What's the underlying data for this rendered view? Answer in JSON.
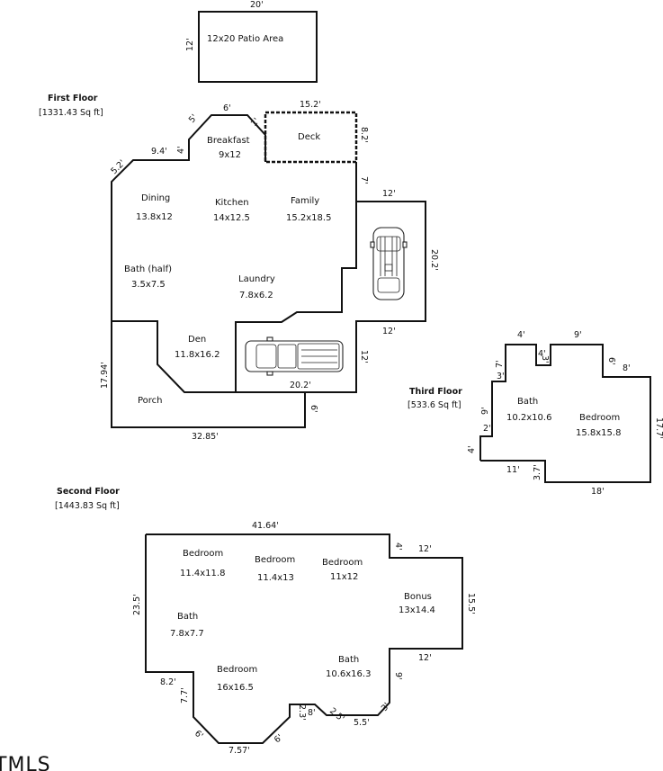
{
  "patio": {
    "label": "12x20 Patio Area",
    "dim_top": "20'",
    "dim_left": "12'"
  },
  "floors": {
    "first": {
      "title": "First Floor",
      "area": "[1331.43 Sq ft]"
    },
    "second": {
      "title": "Second Floor",
      "area": "[1443.83 Sq ft]"
    },
    "third": {
      "title": "Third Floor",
      "area": "[533.6 Sq ft]"
    }
  },
  "first_floor": {
    "rooms": {
      "breakfast": {
        "name": "Breakfast",
        "size": "9x12"
      },
      "deck": {
        "name": "Deck"
      },
      "dining": {
        "name": "Dining",
        "size": "13.8x12"
      },
      "kitchen": {
        "name": "Kitchen",
        "size": "14x12.5"
      },
      "family": {
        "name": "Family",
        "size": "15.2x18.5"
      },
      "bath_half": {
        "name": "Bath (half)",
        "size": "3.5x7.5"
      },
      "laundry": {
        "name": "Laundry",
        "size": "7.8x6.2"
      },
      "den": {
        "name": "Den",
        "size": "11.8x16.2"
      },
      "porch": {
        "name": "Porch"
      }
    },
    "dims": {
      "d6": "6'",
      "d5": "5'",
      "d4": "4'",
      "d9_4": "9.4'",
      "d5_2": "5.2'",
      "d15_2": "15.2'",
      "d8_2": "8.2'",
      "d7": "7'",
      "d12_top": "12'",
      "d20_2_side": "20.2'",
      "d12_bottom": "12'",
      "d12_vert": "12'",
      "d20_2_garage": "20.2'",
      "d17_94": "17.94'",
      "d6_porch": "6'",
      "d32_85": "32.85'",
      "d1": "1'"
    }
  },
  "third_floor": {
    "rooms": {
      "bath": {
        "name": "Bath",
        "size": "10.2x10.6"
      },
      "bedroom": {
        "name": "Bedroom",
        "size": "15.8x15.8"
      }
    },
    "dims": {
      "d4_top": "4'",
      "d9": "9'",
      "d7": "7'",
      "d3": "3'",
      "d4_notch": "4'",
      "d3_notch": "3'",
      "d6": "6'",
      "d8": "8'",
      "d9_left": "9'",
      "d2": "2'",
      "d4_left": "4'",
      "d17_7": "17.7'",
      "d11": "11'",
      "d3_7": "3.7'",
      "d18": "18'"
    }
  },
  "second_floor": {
    "rooms": {
      "bedroom1": {
        "name": "Bedroom",
        "size": "11.4x11.8"
      },
      "bedroom2": {
        "name": "Bedroom",
        "size": "11.4x13"
      },
      "bedroom3": {
        "name": "Bedroom",
        "size": "11x12"
      },
      "bonus": {
        "name": "Bonus",
        "size": "13x14.4"
      },
      "bath1": {
        "name": "Bath",
        "size": "7.8x7.7"
      },
      "bath2": {
        "name": "Bath",
        "size": "10.6x16.3"
      },
      "bedroom4": {
        "name": "Bedroom",
        "size": "16x16.5"
      }
    },
    "dims": {
      "d41_64": "41.64'",
      "d4": "4'",
      "d12_top": "12'",
      "d23_5": "23.5'",
      "d15_5": "15.5'",
      "d12_right": "12'",
      "d9": "9'",
      "d8_2": "8.2'",
      "d7_7": "7.7'",
      "d6_left": "6'",
      "d7_57": "7.57'",
      "d6_right": "6'",
      "d2_3": "2.3'",
      "d8": "8'",
      "d2_5": "2.5'",
      "d5_5": "5.5'",
      "d3": "3'"
    }
  },
  "watermark": "TMLS"
}
